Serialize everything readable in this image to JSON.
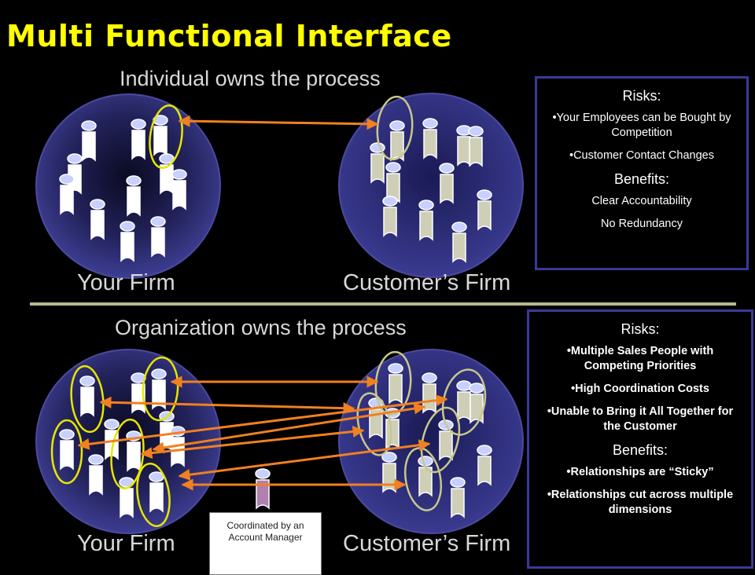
{
  "title": "Multi Functional Interface",
  "top": {
    "subtitle": "Individual owns the process",
    "left_label": "Your Firm",
    "right_label": "Customer’s Firm",
    "risks_title": "Risks:",
    "risks": [
      "•Your Employees can be Bought by Competition",
      "•Customer Contact Changes"
    ],
    "benefits_title": "Benefits:",
    "benefits": [
      "Clear Accountability",
      "No Redundancy"
    ]
  },
  "bottom": {
    "subtitle": "Organization owns the process",
    "left_label": "Your Firm",
    "right_label": "Customer’s Firm",
    "risks_title": "Risks:",
    "risks": [
      "•Multiple Sales People with Competing Priorities",
      "•High Coordination Costs",
      "•Unable to Bring it All Together for the Customer"
    ],
    "benefits_title": "Benefits:",
    "benefits": [
      "•Relationships are “Sticky”",
      "•Relationships cut across multiple dimensions"
    ],
    "coordinator_label": "Coordinated by an Account Manager"
  },
  "colors": {
    "title": "#ffff00",
    "circle": "#3a3a90",
    "divider": "#b8b890",
    "box_border": "#3a3a9a",
    "arrow": "#f08020",
    "highlight_ring": "#e6e600",
    "customer_ring": "#c8c88c",
    "customer_person": "#cfcfb8",
    "coordinator_person": "#b080b0"
  }
}
